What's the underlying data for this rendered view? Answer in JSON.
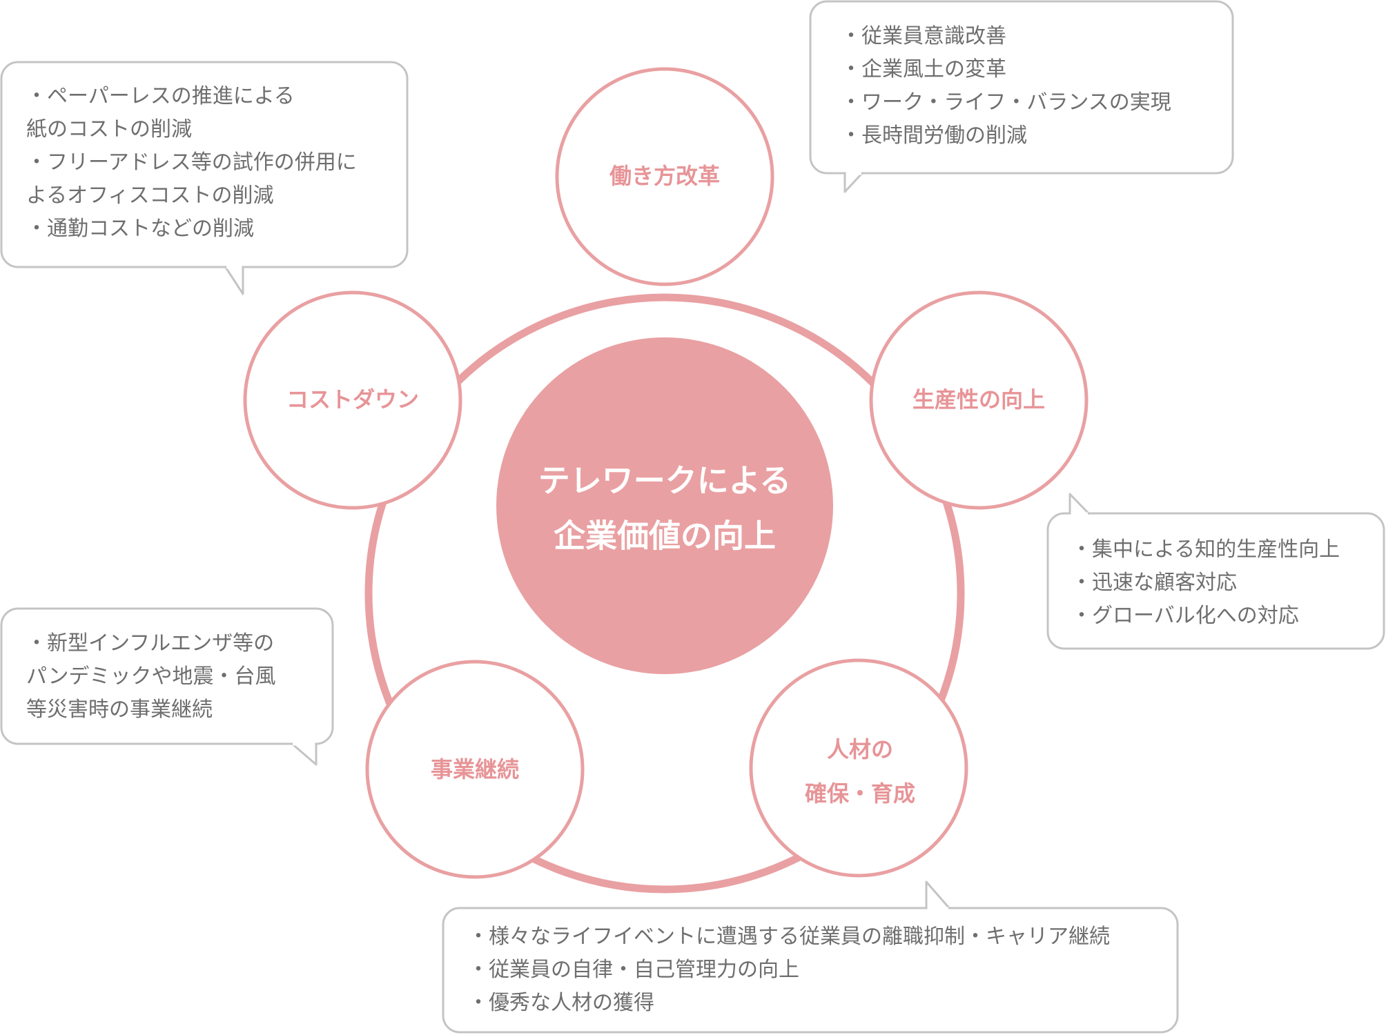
{
  "center": {
    "line1": "テレワークによる",
    "line2": "企業価値の向上"
  },
  "nodes": {
    "work_style": {
      "label": "働き方改革"
    },
    "productivity": {
      "label": "生産性の向上"
    },
    "talent": {
      "line1": "人材の",
      "line2": "確保・育成"
    },
    "continuity": {
      "label": "事業継続"
    },
    "cost_down": {
      "label": "コストダウン"
    }
  },
  "notes": {
    "work_style": [
      "・従業員意識改善",
      "・企業風土の変革",
      "・ワーク・ライフ・バランスの実現",
      "・長時間労働の削減"
    ],
    "cost_down": [
      "・ペーパーレスの推進による",
      "紙のコストの削減",
      "・フリーアドレス等の試作の併用に",
      "よるオフィスコストの削減",
      "・通勤コストなどの削減"
    ],
    "productivity": [
      "・集中による知的生産性向上",
      "・迅速な顧客対応",
      "・グローバル化への対応"
    ],
    "continuity": [
      "・新型インフルエンザ等の",
      "パンデミックや地震・台風",
      "等災害時の事業継続"
    ],
    "talent": [
      "・様々なライフイベントに遭遇する従業員の離職抑制・キャリア継続",
      "・従業員の自律・自己管理力の向上",
      "・優秀な人材の獲得"
    ]
  },
  "colors": {
    "accent": "#e79497",
    "center_fill": "#e9a0a2",
    "ring": "#e9a0a2",
    "text": "#6e6e6e",
    "bubble_border": "#c4c4c4"
  }
}
